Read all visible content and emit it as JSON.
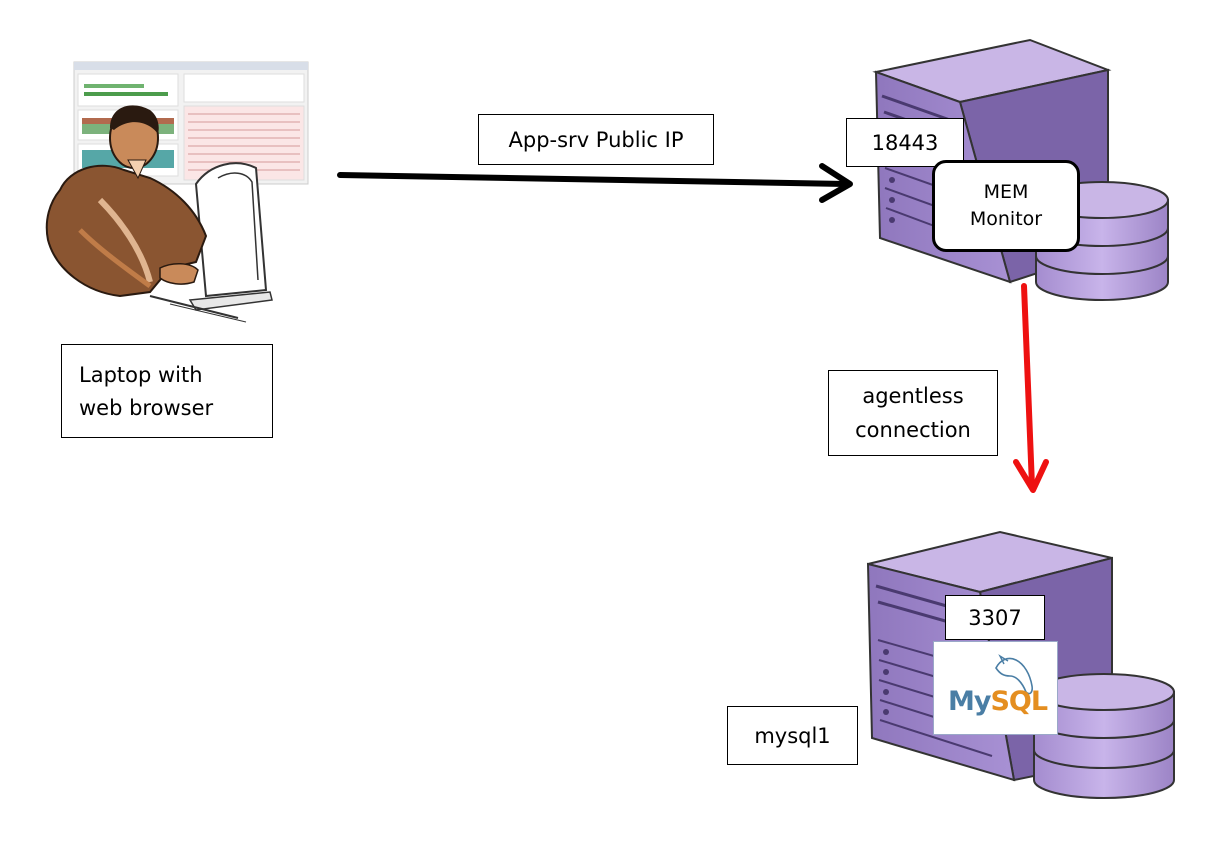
{
  "diagram": {
    "labels": {
      "app_srv": "App-srv Public IP",
      "port_mem": "18443",
      "mem_line1": "MEM",
      "mem_line2": "Monitor",
      "laptop_line1": "Laptop with",
      "laptop_line2": "web browser",
      "agentless_line1": "agentless",
      "agentless_line2": "connection",
      "port_mysql": "3307",
      "mysql_host": "mysql1",
      "mysql_logo_my": "My",
      "mysql_logo_sql": "SQL"
    },
    "colors": {
      "server_light": "#c9b6e6",
      "server_mid": "#9d86c8",
      "server_dark": "#7b64a8",
      "arrow_black": "#000000",
      "arrow_red": "#ee1111",
      "skin": "#c98a5a",
      "suit": "#8a5531"
    },
    "icons": [
      "server-icon",
      "database-icon",
      "person-at-computer-icon",
      "dashboard-screenshot-icon",
      "mysql-dolphin-icon"
    ]
  }
}
